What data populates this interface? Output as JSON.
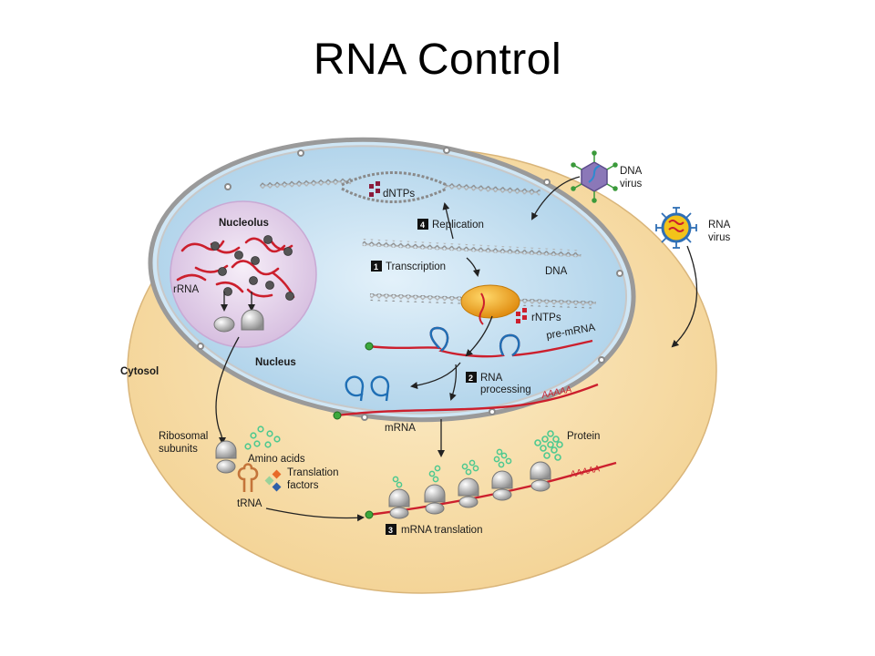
{
  "slide": {
    "title": "RNA Control"
  },
  "diagram": {
    "compartments": {
      "cytosol": "Cytosol",
      "nucleus": "Nucleus",
      "nucleolus": "Nucleolus"
    },
    "nucleotides": {
      "dntps": "dNTPs",
      "rntps": "rNTPs"
    },
    "steps": [
      {
        "number": "1",
        "label": "Transcription"
      },
      {
        "number": "2",
        "label_line1": "RNA",
        "label_line2": "processing"
      },
      {
        "number": "3",
        "label": "mRNA translation"
      },
      {
        "number": "4",
        "label": "Replication"
      }
    ],
    "molecules": {
      "dna": "DNA",
      "rrna": "rRNA",
      "pre_mrna": "pre-mRNA",
      "mrna": "mRNA",
      "poly_a": "AAAAA",
      "ribosomal_subunits_line1": "Ribosomal",
      "ribosomal_subunits_line2": "subunits",
      "amino_acids": "Amino acids",
      "translation_factors_line1": "Translation",
      "translation_factors_line2": "factors",
      "trna": "tRNA",
      "protein": "Protein"
    },
    "viruses": [
      {
        "line1": "DNA",
        "line2": "virus"
      },
      {
        "line1": "RNA",
        "line2": "virus"
      }
    ],
    "colors": {
      "cytosol": "#f8dfae",
      "nucleus": "#b6d8ee",
      "nucleolus": "#e6d2ea",
      "rna": "#cc1f2d",
      "dna": "#8a8a8a",
      "polymerase": "#f0a51c",
      "amino_acid": "#4ec990",
      "step_box": "#111111"
    }
  }
}
